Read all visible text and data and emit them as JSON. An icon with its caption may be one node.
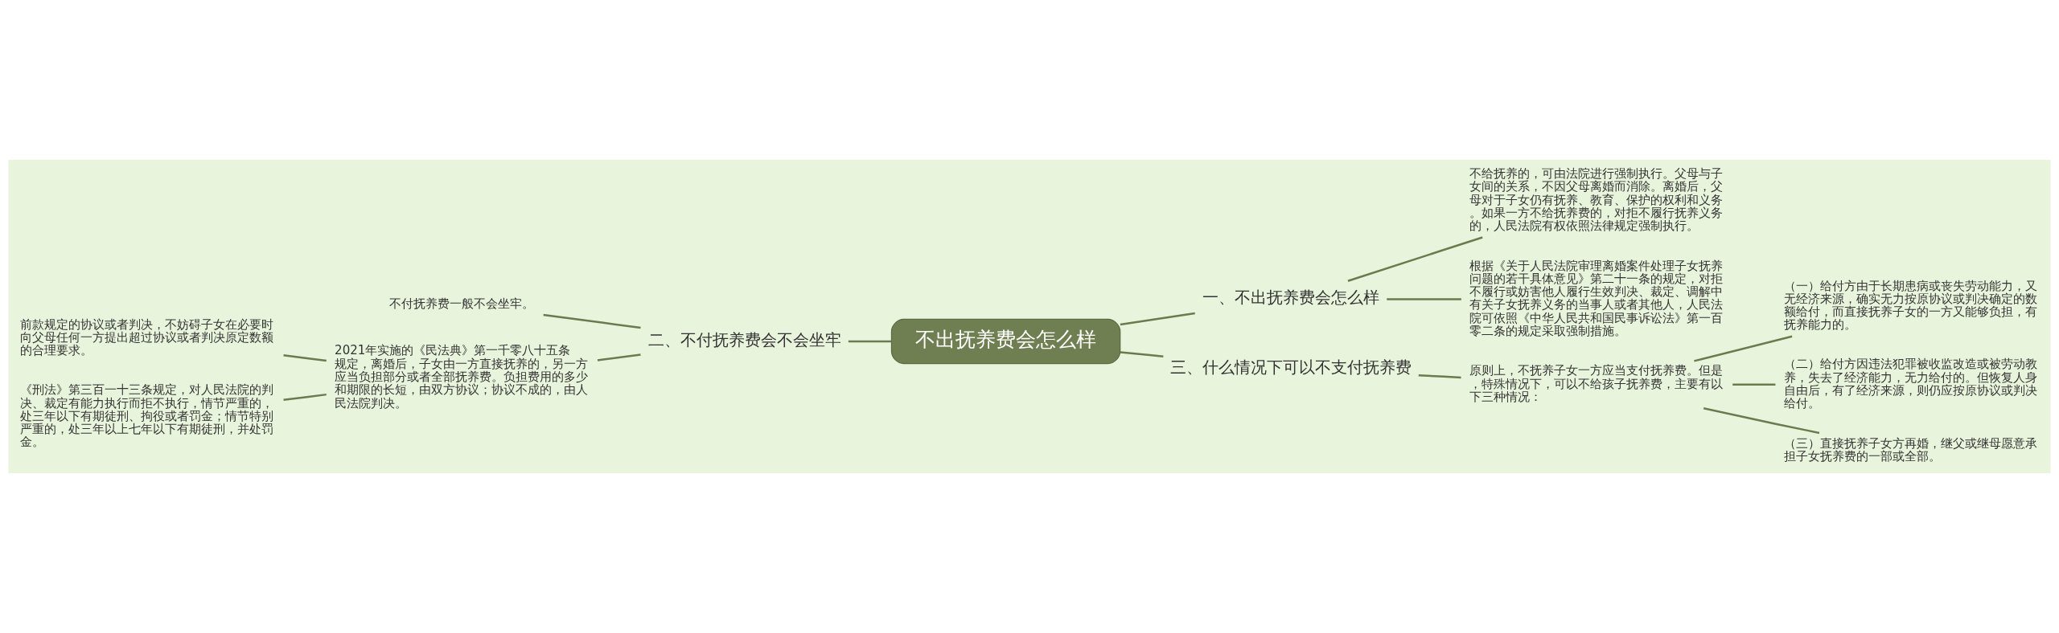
{
  "diagram": {
    "nodes": [
      {
        "text": [
          "不出抚养费会怎么样"
        ]
      },
      {
        "text": [
          "一、不出抚养费会怎么样"
        ]
      },
      {
        "text": [
          "不给抚养的，可由法院进行强制执行。父母与子女间的关系，不因父母离婚而消除。离婚后，父母对于子女仍有抚养、教育、保护的权利和义务。如果一方不给抚养费的，对拒不履行抚养义务的，人民法院有权依照法律规定强制执行。"
        ]
      },
      {
        "text": [
          "根据《关于人民法院审理离婚案件处理子女抚养问题的若干具体意见》第二十一条的规定，对拒不履行或妨害他人履行生效判决、裁定、调解中有关子女抚养义务的当事人或者其他人，人民法院可依照《中华人民共和国民事诉讼法》第一百零二条的规定采取强制措施。"
        ]
      },
      {
        "text": [
          "二、不付抚养费会不会坐牢"
        ]
      },
      {
        "text": [
          "不付抚养费一般不会坐牢。"
        ]
      },
      {
        "text": [
          "2021年实施的《民法典》第一千零八十五条规定，离婚后，子女由一方直接抚养的，另一方应当负担部分或者全部抚养费。负担费用的多少和期限的长短，由双方协议；协议不成的，由人民法院判决。"
        ]
      },
      {
        "text": [
          "前款规定的协议或者判决，不妨碍子女在必要时向父母任何一方提出超过协议或者判决原定数额的合理要求。"
        ]
      },
      {
        "text": [
          "《刑法》第三百一十三条规定，对人民法院的判决、裁定有能力执行而拒不执行，情节严重的，处三年以下有期徒刑、拘役或者罚金；情节特别严重的，处三年以上七年以下有期徒刑，并处罚金。"
        ]
      },
      {
        "text": [
          "三、什么情况下可以不支付抚养费"
        ]
      },
      {
        "text": [
          "原则上，不抚养子女一方应当支付抚养费。但是，特殊情况下，可以不给孩子抚养费，主要有以下三种情况："
        ]
      },
      {
        "text": [
          "（一）给付方由于长期患病或丧失劳动能力，又无经济来源，确实无力按原协议或判决确定的数额给付，而直接抚养子女的一方又能够负担，有抚养能力的。"
        ]
      },
      {
        "text": [
          "（二）给付方因违法犯罪被收监改造或被劳动教养，失去了经济能力，无力给付的。但恢复人身自由后，有了经济来源，则仍应按原协议或判决给付。"
        ]
      },
      {
        "text": [
          "（三）直接抚养子女方再婚，继父或继母愿意承担子女抚养费的一部或全部。"
        ]
      }
    ],
    "edges": [
      {
        "from": 0,
        "to": 1,
        "arrow": "none"
      },
      {
        "from": 1,
        "to": 2,
        "arrow": "none"
      },
      {
        "from": 1,
        "to": 3,
        "arrow": "none"
      },
      {
        "from": 0,
        "to": 4,
        "arrow": "none"
      },
      {
        "from": 4,
        "to": 5,
        "arrow": "none"
      },
      {
        "from": 4,
        "to": 6,
        "arrow": "none"
      },
      {
        "from": 6,
        "to": 7,
        "arrow": "none"
      },
      {
        "from": 6,
        "to": 8,
        "arrow": "none"
      },
      {
        "from": 0,
        "to": 9,
        "arrow": "none"
      },
      {
        "from": 9,
        "to": 10,
        "arrow": "none"
      },
      {
        "from": 10,
        "to": 11,
        "arrow": "none"
      },
      {
        "from": 10,
        "to": 12,
        "arrow": "none"
      },
      {
        "from": 10,
        "to": 13,
        "arrow": "none"
      }
    ]
  }
}
